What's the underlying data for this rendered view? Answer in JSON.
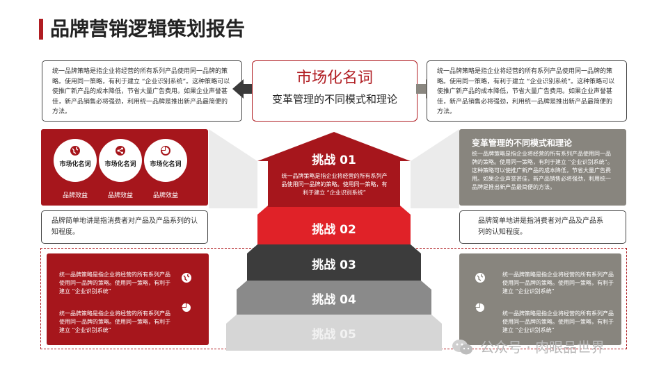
{
  "title": "品牌营销逻辑策划报告",
  "top_left_text": "统一品牌策略是指企业将经营的所有系列产品使用同一品牌的策略。使用同一策略，有利于建立 “企业识别系统”。这种策略可以使推广新产品的成本降低，节省大量广告费用。如果企业声誉甚佳，新产品销售必将强劲，利用统一品牌是推出新产品最简便的方法。",
  "top_right_text": "统一品牌策略是指企业将经营的所有系列产品使用同一品牌的策略。使用同一策略，有利于建立 “企业识别系统”。这种策略可以使推广新产品的成本降低，节省大量广告费用。如果企业声誉甚佳，新产品销售必将强劲，利用统一品牌是推出新产品最简便的方法。",
  "center_card": {
    "heading": "市场化名词",
    "subheading": "变革管理的不同模式和理论"
  },
  "circles": [
    {
      "label": "市场化名词",
      "caption": "品牌效益",
      "icon": "globe-icon"
    },
    {
      "label": "市场化名词",
      "caption": "品牌效益",
      "icon": "share-icon"
    },
    {
      "label": "市场化名词",
      "caption": "品牌效益",
      "icon": "pie-chart-icon"
    }
  ],
  "grey_panel": {
    "title": "变革管理的不同模式和理论",
    "text": "统一品牌策略是指企业将经营的所有系列产品使用同一品牌的策略。使用同一策略，有利于建立 “企业识别系统”。这种策略可以使推广新产品的成本降低，节省大量广告费用。如果企业声誉甚佳，新产品销售必将强劲，利用统一品牌是推出新产品最简便的方法。"
  },
  "mid_left_text": "品牌简单地讲是指消费者对产品及产品系列的认知程度。",
  "mid_right_text": "品牌简单地讲是指消费者对产品及产品系列的认知程度。",
  "steps": [
    {
      "label": "挑战 01",
      "text": "统一品牌策略是指企业将经营的所有系列产品使用同一品牌的策略。使用同一策略，有利于建立 “企业识别系统”"
    },
    {
      "label": "挑战 02"
    },
    {
      "label": "挑战 03"
    },
    {
      "label": "挑战 04"
    },
    {
      "label": "挑战 05"
    }
  ],
  "bottom_left": {
    "item1": "统一品牌策略是指企业将经营的所有系列产品使用同一品牌的策略。使用同一策略，有利于建立 “企业识别系统”",
    "item2": "统一品牌策略是指企业将经营的所有系列产品使用同一品牌的策略。使用同一策略，有利于建立 “企业识别系统”"
  },
  "bottom_right": {
    "item1": "统一品牌策略是指企业将经营的所有系列产品使用同一品牌的策略。使用同一策略，有利于建立 “企业识别系统”",
    "item2": "统一品牌策略是指企业将经营的所有系列产品使用同一品牌的策略。使用同一策略，有利于建立 “企业识别系统”"
  },
  "watermark": "公众号 · 肉眼品世界",
  "colors": {
    "red": "#a6161c",
    "bright_red": "#e02228",
    "grey": "#88857e",
    "dark": "#3c3c3c"
  }
}
